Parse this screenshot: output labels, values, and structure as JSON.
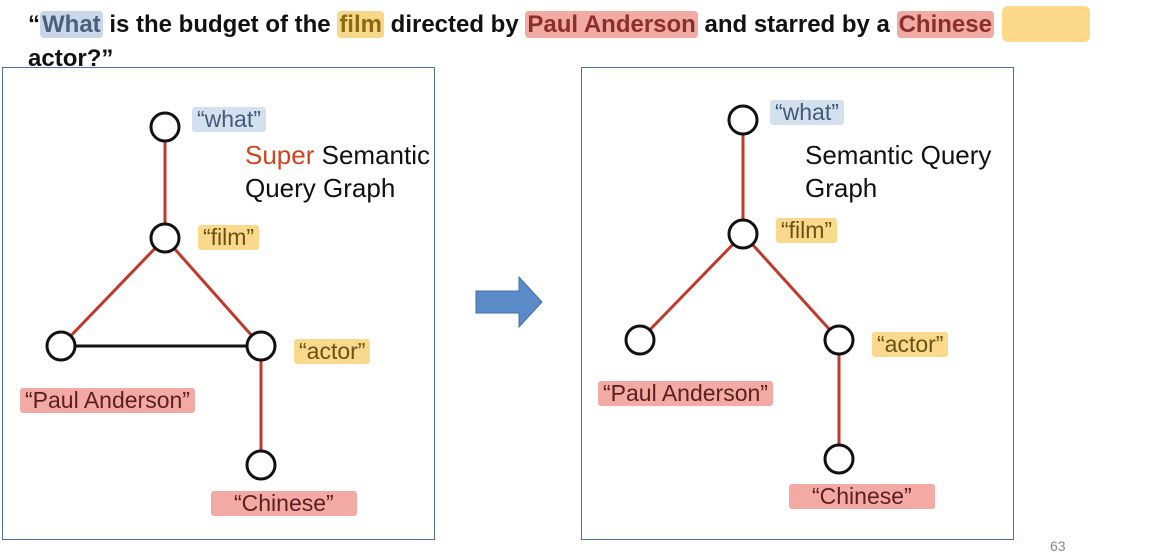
{
  "question": {
    "open_quote": "“",
    "what": "What",
    "t1": " is the budget of the ",
    "film": "film",
    "t2": " directed by ",
    "paul": "Paul Anderson",
    "t3": " and starred by a ",
    "chinese": "Chinese",
    "t4": "actor?”"
  },
  "left_graph": {
    "title_super": "Super",
    "title_rest": " Semantic",
    "title_line2": "Query Graph",
    "labels": {
      "what": "“what”",
      "film": "“film”",
      "actor": "“actor”",
      "paul": "“Paul Anderson”",
      "chinese": "“Chinese”"
    }
  },
  "right_graph": {
    "title_line1": "Semantic Query",
    "title_line2": "Graph",
    "labels": {
      "what": "“what”",
      "film": "“film”",
      "actor": "“actor”",
      "paul": "“Paul Anderson”",
      "chinese": "“Chinese”"
    }
  },
  "colors": {
    "red_edge": "#c0392b",
    "black_edge": "#111111",
    "arrow": "#5b8ac8",
    "panel_border": "#4d6ea0"
  },
  "page_number": "63"
}
